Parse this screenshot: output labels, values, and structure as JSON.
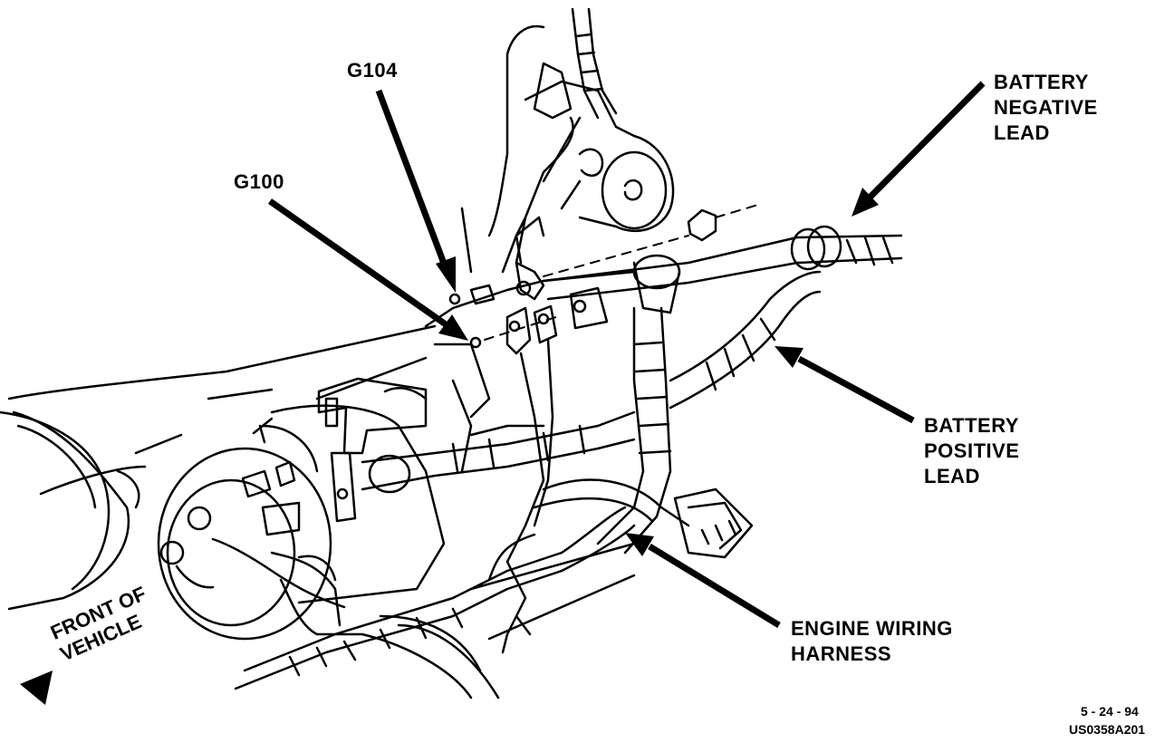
{
  "labels": {
    "g104": "G104",
    "g100": "G100",
    "battery_negative": [
      "BATTERY",
      "NEGATIVE",
      "LEAD"
    ],
    "battery_positive": [
      "BATTERY",
      "POSITIVE",
      "LEAD"
    ],
    "engine_harness": [
      "ENGINE WIRING",
      "HARNESS"
    ],
    "front_of_vehicle": [
      "FRONT OF",
      "VEHICLE"
    ]
  },
  "footer": {
    "date": "5 - 24 - 94",
    "figure_code": "US0358A201"
  },
  "colors": {
    "ink": "#000000",
    "paper": "#ffffff"
  }
}
